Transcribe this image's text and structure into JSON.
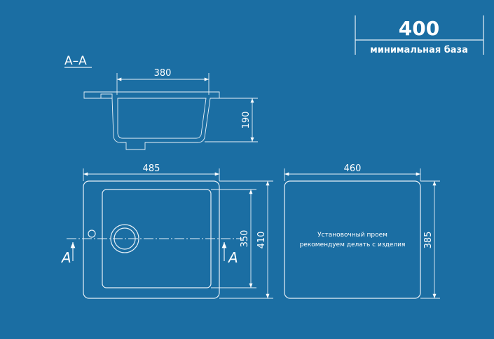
{
  "min_base": {
    "value": "400",
    "label": "минимальная база"
  },
  "section": {
    "title": "А–А",
    "width": "380",
    "depth": "190"
  },
  "top_view": {
    "width": "485",
    "inner_height": "350",
    "outer_height": "410",
    "section_mark_left": "А",
    "section_mark_right": "А"
  },
  "cutout": {
    "width": "460",
    "height": "385",
    "note_line1": "Установочный проем",
    "note_line2": "рекомендуем делать с изделия"
  },
  "colors": {
    "background": "#1b6ea3",
    "lines": "#e8f1f8"
  }
}
